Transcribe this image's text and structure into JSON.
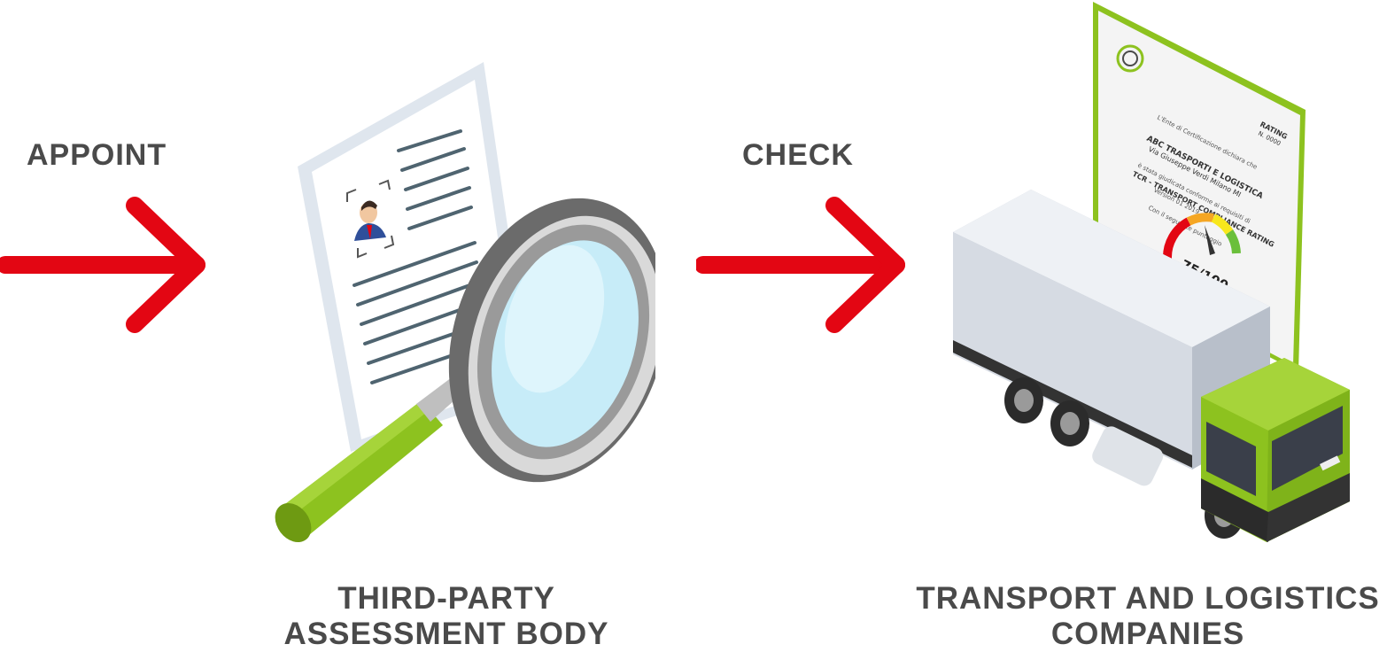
{
  "steps": [
    {
      "verb": "APPOINT"
    },
    {
      "verb": "CHECK"
    }
  ],
  "actors": [
    {
      "line1": "THIRD-PARTY",
      "line2": "ASSESSMENT  BODY"
    },
    {
      "line1": "TRANSPORT AND LOGISTICS",
      "line2": "COMPANIES"
    }
  ],
  "certificate": {
    "header_right": "RATING",
    "header_number": "N. 0000",
    "issuer_line": "L'Ente di Certificazione dichiara che",
    "company": "ABC TRASPORTI E LOGISTICA",
    "address": "Via Giuseppe Verdi Milano MI",
    "statement": "è stata giudicata conforme ai requisiti di",
    "standard": "TCR - TRANSPORT COMPLIANCE RATING",
    "version": "Version 01 2019",
    "score_intro": "Con il seguente punteggio",
    "score": "75/100",
    "score_fraction": 0.75
  },
  "colors": {
    "arrow": "#e30613",
    "text": "#4a4a4a",
    "accent_green": "#8dc21f"
  },
  "icons": [
    "arrow-right-icon",
    "document-profile-icon",
    "magnifying-glass-icon",
    "certificate-icon",
    "truck-icon",
    "gauge-icon"
  ]
}
